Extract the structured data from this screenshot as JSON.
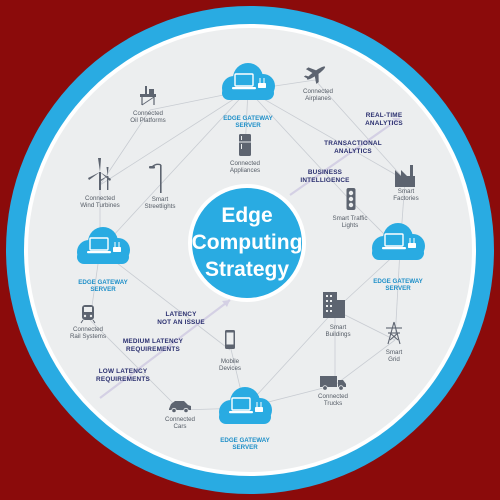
{
  "colors": {
    "background": "#8b0b0b",
    "outer_ring": "#29abe2",
    "inner_disc": "#eceeef",
    "hub": "#29abe2",
    "cloud": "#29abe2",
    "band_text": "#2a2f6f",
    "node_text": "#555c66",
    "icon": "#5d6470",
    "connector": "#c8ccd2"
  },
  "hub": {
    "lines": [
      "Edge",
      "Computing",
      "Strategy"
    ]
  },
  "gateways": {
    "top": {
      "line1": "EDGE GATEWAY",
      "line2": "SERVER",
      "icon": "cloud-laptop-router-icon"
    },
    "left": {
      "line1": "EDGE GATEWAY",
      "line2": "SERVER",
      "icon": "cloud-laptop-router-icon"
    },
    "right": {
      "line1": "EDGE GATEWAY",
      "line2": "SERVER",
      "icon": "cloud-laptop-router-icon"
    },
    "bottom": {
      "line1": "EDGE GATEWAY",
      "line2": "SERVER",
      "icon": "cloud-laptop-router-icon"
    }
  },
  "nodes": {
    "oil_platforms": {
      "lines": [
        "Connected",
        "Oil Platforms"
      ],
      "icon": "oil-platform-icon"
    },
    "airplanes": {
      "lines": [
        "Connected",
        "Airplanes"
      ],
      "icon": "airplane-icon"
    },
    "appliances": {
      "lines": [
        "Connected",
        "Appliances"
      ],
      "icon": "refrigerator-icon"
    },
    "wind_turbines": {
      "lines": [
        "Connected",
        "Wind Turbines"
      ],
      "icon": "wind-turbine-icon"
    },
    "streetlights": {
      "lines": [
        "Smart",
        "Streetlights"
      ],
      "icon": "streetlight-icon"
    },
    "factories": {
      "lines": [
        "Smart",
        "Factories"
      ],
      "icon": "factory-icon"
    },
    "traffic_lights": {
      "lines": [
        "Smart Traffic",
        "Lights"
      ],
      "icon": "traffic-light-icon"
    },
    "rail_systems": {
      "lines": [
        "Connected",
        "Rail Systems"
      ],
      "icon": "train-icon"
    },
    "buildings": {
      "lines": [
        "Smart",
        "Buildings"
      ],
      "icon": "building-icon"
    },
    "grid": {
      "lines": [
        "Smart",
        "Grid"
      ],
      "icon": "power-tower-icon"
    },
    "mobile": {
      "lines": [
        "Mobile",
        "Devices"
      ],
      "icon": "mobile-phone-icon"
    },
    "trucks": {
      "lines": [
        "Connected",
        "Trucks"
      ],
      "icon": "truck-icon"
    },
    "cars": {
      "lines": [
        "Connected",
        "Cars"
      ],
      "icon": "car-icon"
    }
  },
  "bands": {
    "realtime": [
      "REAL-TIME",
      "ANALYTICS"
    ],
    "transactional": [
      "TRANSACTIONAL",
      "ANALYTICS"
    ],
    "business": [
      "BUSINESS",
      "INTELLIGENCE"
    ],
    "latency": [
      "LATENCY",
      "NOT AN ISSUE"
    ],
    "medium": [
      "MEDIUM LATENCY",
      "REQUIREMENTS"
    ],
    "low": [
      "LOW LATENCY",
      "REQUIREMENTS"
    ]
  }
}
